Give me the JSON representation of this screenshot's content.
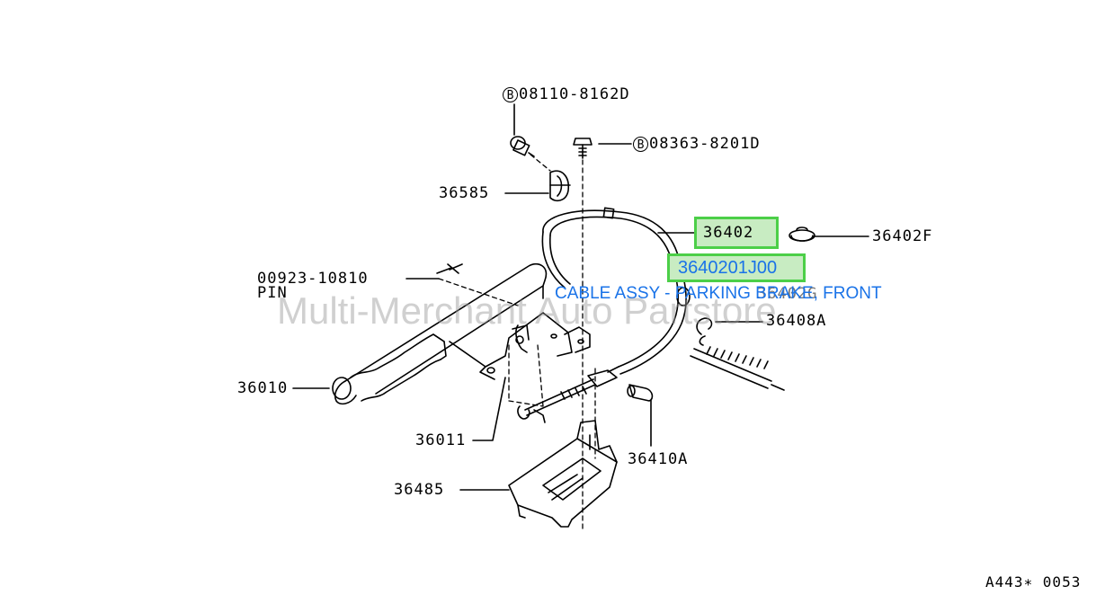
{
  "parts": {
    "bolt_top": "08110-8162D",
    "bolt_top_prefix": "B",
    "bolt_right": "08363-8201D",
    "bolt_right_prefix": "B",
    "clamp": "36585",
    "cable_front": "36402",
    "grommet": "36402F",
    "cable_part_number": "3640201J00",
    "pin_number": "00923-10810",
    "pin_label": "PIN",
    "hidden_part": "36402G",
    "spring": "36408A",
    "lever": "36010",
    "lever_link": "36011",
    "bushing": "36410A",
    "bracket": "36485"
  },
  "caption": "CABLE ASSY - PARKING BRAKE, FRONT",
  "watermark": "Multi-Merchant Auto Partstore",
  "figure_code": "A443∗ 0053",
  "colors": {
    "highlight_fill": "#c8ecc2",
    "highlight_border": "#4ccf48",
    "caption": "#1a73e8",
    "watermark": "#969696"
  }
}
